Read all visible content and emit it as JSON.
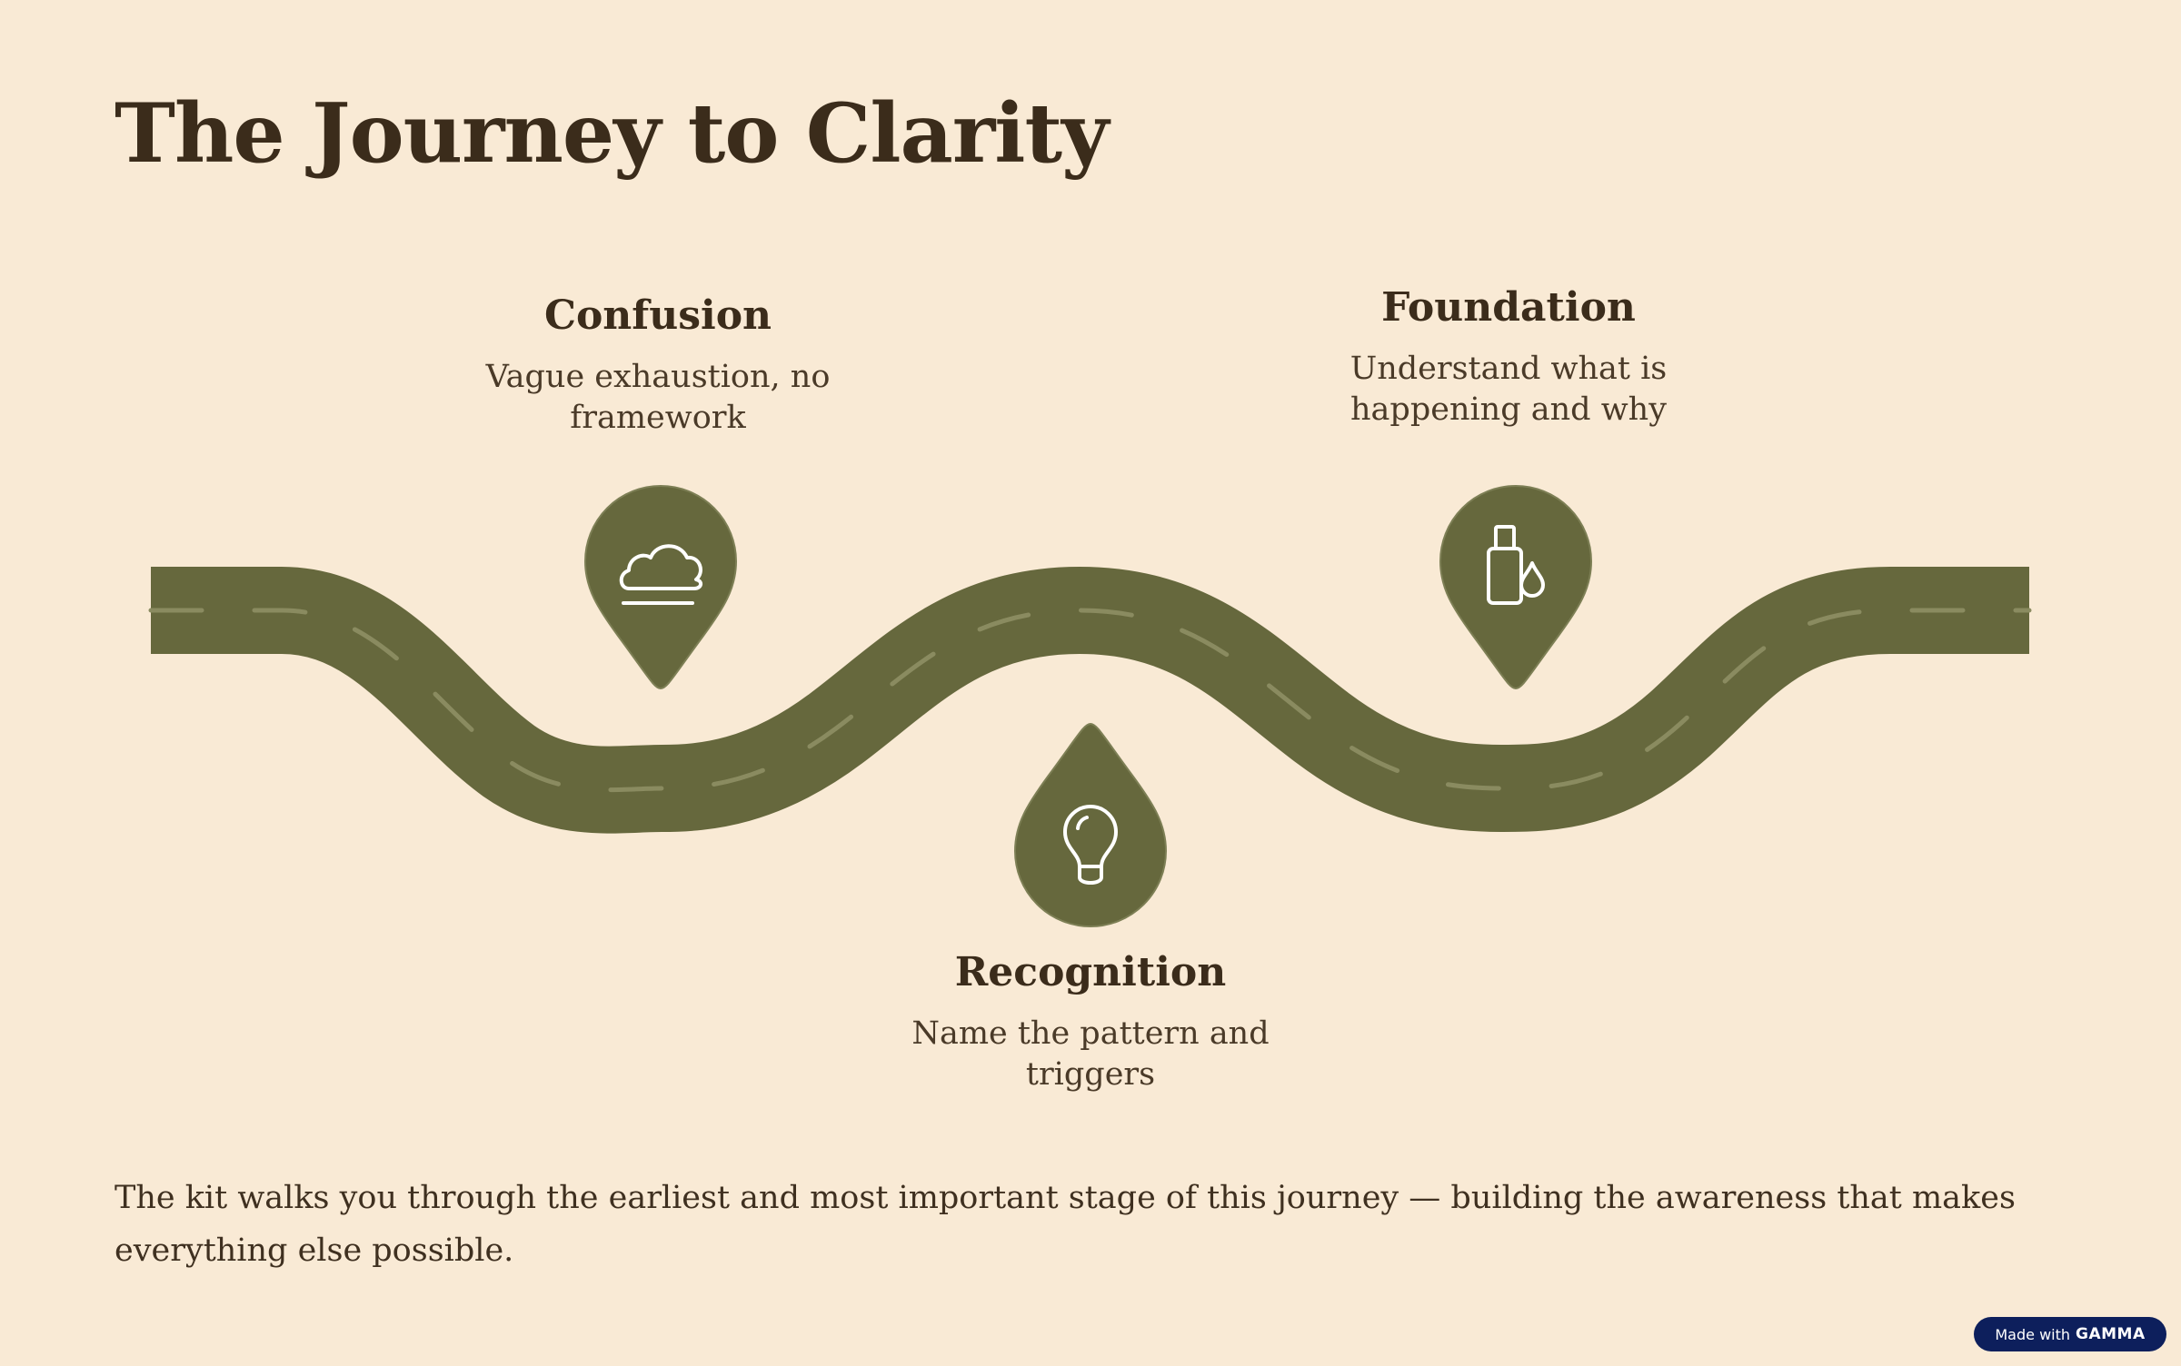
{
  "title": "The Journey to Clarity",
  "stages": [
    {
      "heading": "Confusion",
      "description": "Vague exhaustion, no framework",
      "icon": "cloud-icon"
    },
    {
      "heading": "Recognition",
      "description": "Name the pattern and triggers",
      "icon": "lightbulb-icon"
    },
    {
      "heading": "Foundation",
      "description": "Understand what is happening and why",
      "icon": "bottle-drop-icon"
    }
  ],
  "footer": "The kit walks you through the earliest and most important stage of this journey — building the awareness that makes everything else possible.",
  "badge": {
    "prefix": "Made with",
    "brand": "GAMMA"
  },
  "colors": {
    "background": "#f9ead5",
    "road": "#66683d",
    "text": "#3b2c1b",
    "badge": "#0d1f5c"
  }
}
